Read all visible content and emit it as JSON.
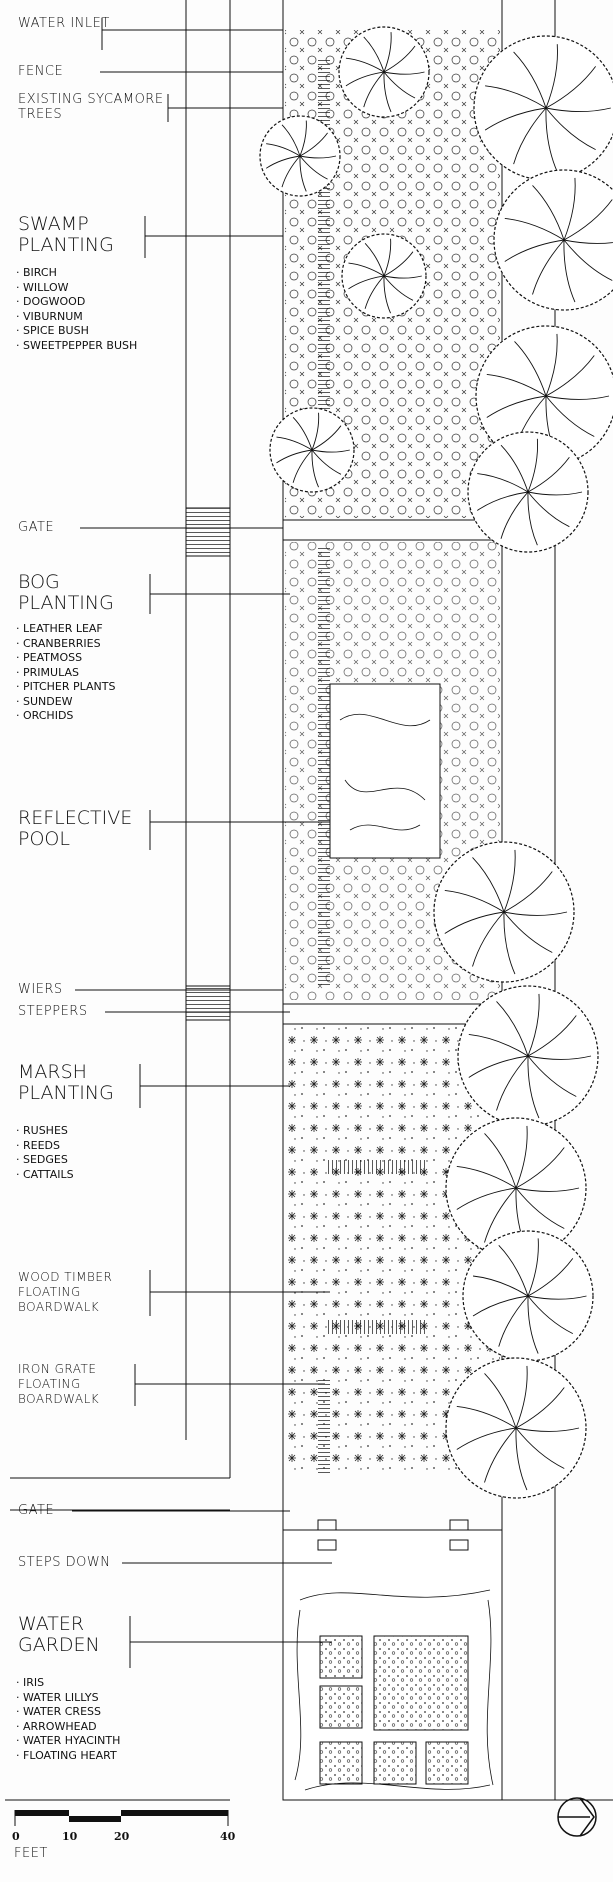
{
  "labels": {
    "water_inlet": "Water Inlet",
    "fence": "Fence",
    "existing_trees": "Existing Sycamore Trees",
    "swamp": {
      "title": "Swamp Planting",
      "items": [
        "Birch",
        "Willow",
        "Dogwood",
        "Viburnum",
        "Spice Bush",
        "Sweetpepper Bush"
      ]
    },
    "gate_top": "Gate",
    "bog": {
      "title": "Bog Planting",
      "items": [
        "Leather Leaf",
        "Cranberries",
        "Peatmoss",
        "Primulas",
        "Pitcher Plants",
        "Sundew",
        "Orchids"
      ]
    },
    "reflective_pool": "Reflective Pool",
    "wiers": "Wiers",
    "steppers": "Steppers",
    "marsh": {
      "title": "Marsh Planting",
      "items": [
        "Rushes",
        "Reeds",
        "Sedges",
        "Cattails"
      ]
    },
    "wood_boardwalk": "Wood Timber Floating Boardwalk",
    "iron_boardwalk": "Iron Grate Floating Boardwalk",
    "gate_bottom": "Gate",
    "steps_down": "Steps Down",
    "water_garden": {
      "title": "Water Garden",
      "items": [
        "Iris",
        "Water Lillys",
        "Water Cress",
        "Arrowhead",
        "Water Hyacinth",
        "Floating Heart"
      ]
    }
  },
  "scale_bar": {
    "ticks": [
      "0",
      "10",
      "20",
      "40"
    ],
    "unit": "Feet"
  },
  "north_arrow": "north-arrow-icon"
}
